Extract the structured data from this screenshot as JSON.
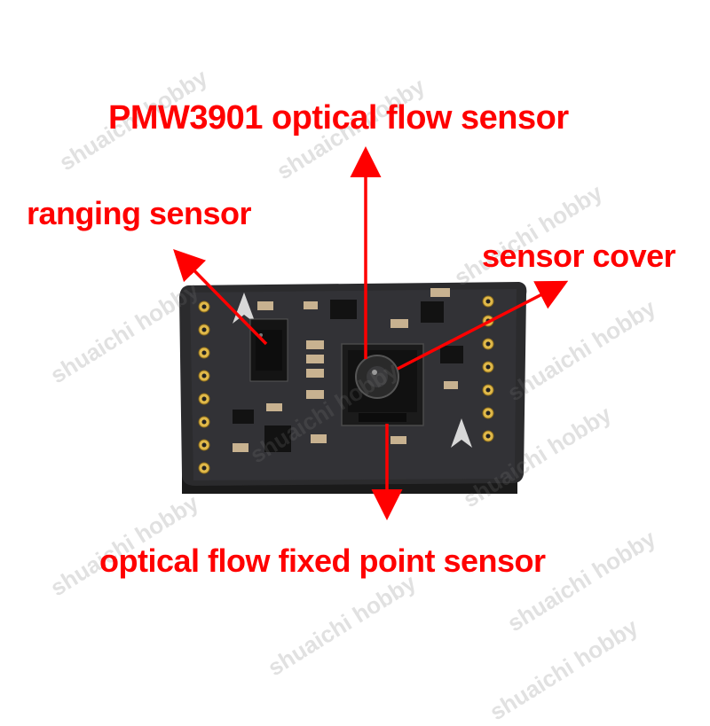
{
  "labels": {
    "pmw3901": "PMW3901 optical flow sensor",
    "ranging": "ranging sensor",
    "cover": "sensor cover",
    "fixed_point": "optical flow fixed point sensor"
  },
  "watermark": {
    "text": "shuaichi hobby"
  },
  "colors": {
    "annotation": "#ff0000",
    "board": "#2b2b2d",
    "pads": "#e0b94a",
    "background": "#ffffff"
  }
}
